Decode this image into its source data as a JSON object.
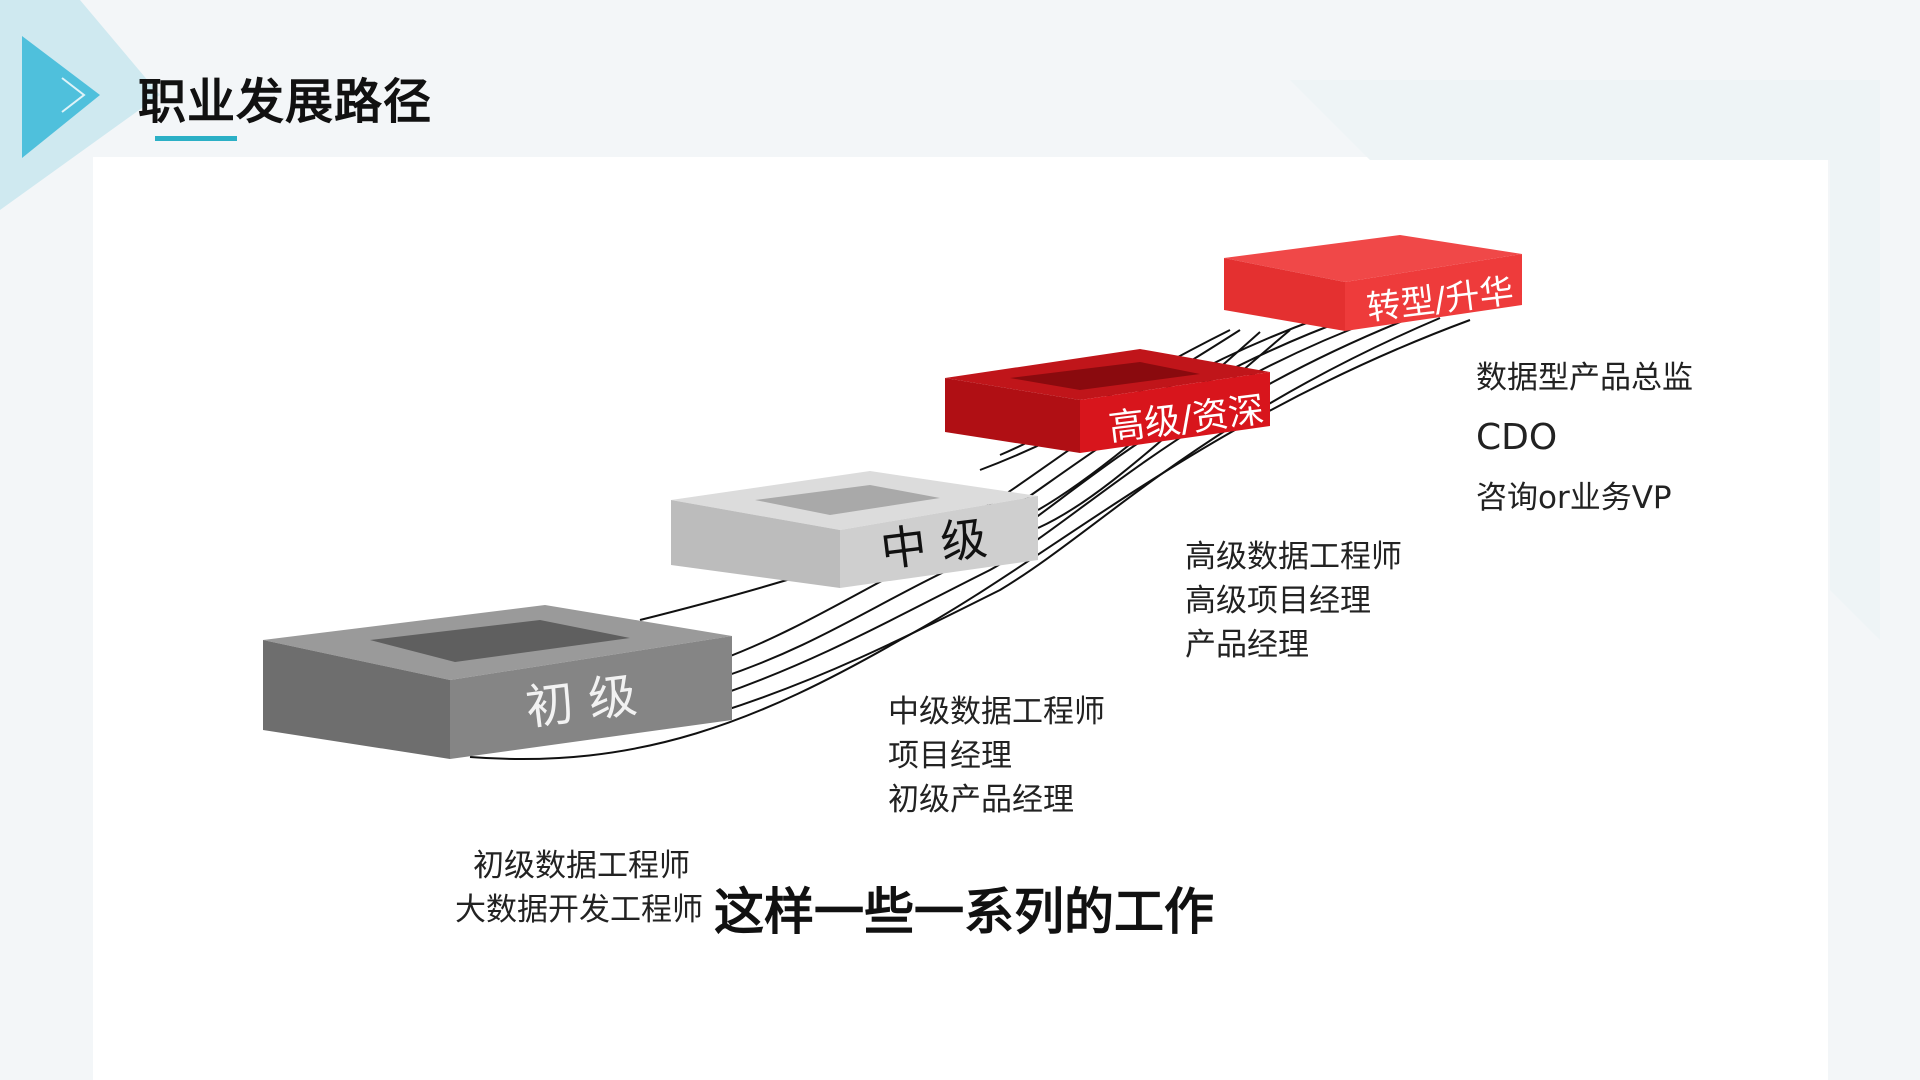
{
  "header": {
    "title": "职业发展路径"
  },
  "levels": [
    {
      "label": "初 级",
      "roles": [
        "初级数据工程师",
        "大数据开发工程师"
      ]
    },
    {
      "label": "中 级",
      "roles": [
        "中级数据工程师",
        "项目经理",
        "初级产品经理"
      ]
    },
    {
      "label": "高级/资深",
      "roles": [
        "高级数据工程师",
        "高级项目经理",
        "产品经理"
      ]
    },
    {
      "label": "转型/升华",
      "roles": [
        "数据型产品总监",
        "CDO",
        "咨询or业务VP"
      ]
    }
  ],
  "subtitle": "这样一些一系列的工作",
  "colors": {
    "accent": "#2bb0c6",
    "red": "#d8151c",
    "bright_red": "#ee3b3b",
    "dark_gray": "#7a7a7a",
    "light_gray": "#c9c9c9"
  }
}
